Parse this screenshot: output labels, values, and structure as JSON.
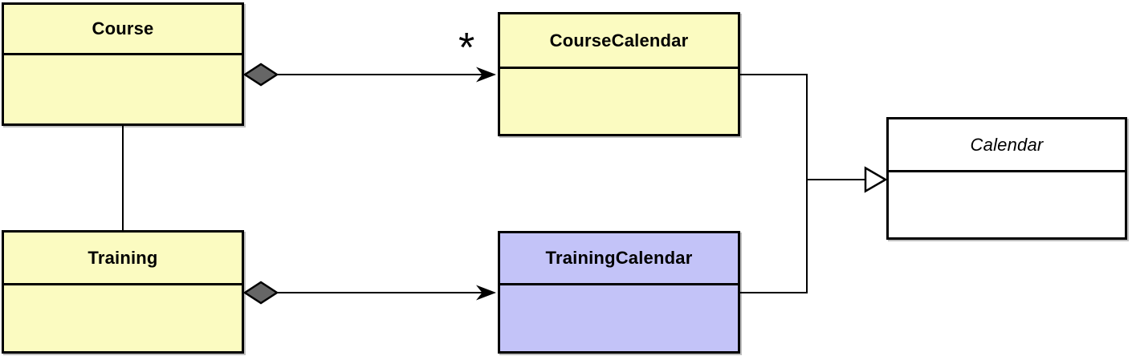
{
  "diagram": {
    "kind": "uml-class-diagram",
    "classes": [
      {
        "name": "Course",
        "fill": "#FBFBC1",
        "style": "bold"
      },
      {
        "name": "CourseCalendar",
        "fill": "#FBFBC1",
        "style": "bold"
      },
      {
        "name": "Training",
        "fill": "#FBFBC1",
        "style": "bold"
      },
      {
        "name": "TrainingCalendar",
        "fill": "#C3C3F8",
        "style": "bold"
      },
      {
        "name": "Calendar",
        "fill": "#FFFFFF",
        "style": "italic",
        "abstract": true
      }
    ],
    "relationships": [
      {
        "type": "aggregation",
        "from": "Course",
        "to": "CourseCalendar",
        "multiplicity": "*"
      },
      {
        "type": "aggregation",
        "from": "Training",
        "to": "TrainingCalendar",
        "multiplicity": ""
      },
      {
        "type": "association",
        "from": "Course",
        "to": "Training"
      },
      {
        "type": "generalization",
        "from": "CourseCalendar",
        "to": "Calendar"
      },
      {
        "type": "generalization",
        "from": "TrainingCalendar",
        "to": "Calendar"
      }
    ],
    "colors": {
      "border": "#000000",
      "line": "#000000",
      "diamond_fill": "#666666",
      "triangle_fill": "#FFFFFF",
      "class_fill_yellow": "#FBFBC1",
      "class_fill_lavender": "#C3C3F8",
      "class_fill_white": "#FFFFFF"
    }
  }
}
